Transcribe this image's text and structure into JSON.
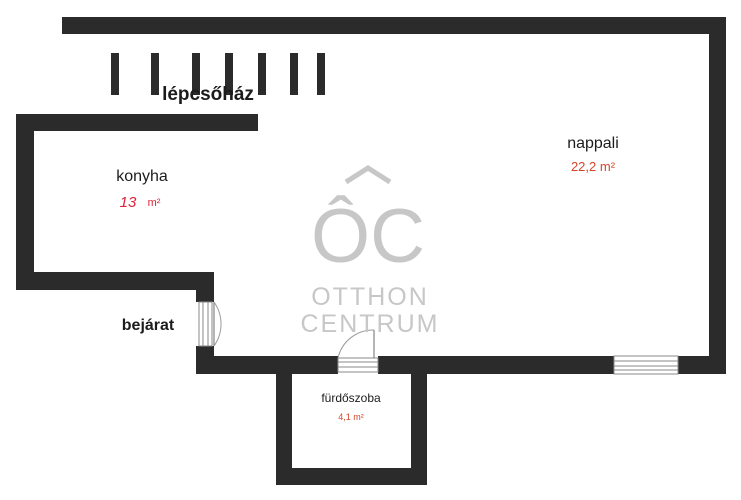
{
  "rooms": {
    "stairwell": {
      "name": "lépcsőház"
    },
    "kitchen": {
      "name": "konyha",
      "area_value": "13",
      "area_unit": "m²"
    },
    "living": {
      "name": "nappali",
      "area": "22,2 m²"
    },
    "entrance": {
      "name": "bejárat"
    },
    "bathroom": {
      "name": "fürdőszoba",
      "area": "4,1 m²"
    }
  },
  "watermark": {
    "logo_letters": "ÔC",
    "line1": "OTTHON",
    "line2": "CENTRUM"
  },
  "colors": {
    "wall": "#2b2b2b",
    "area_text": "#d4452b",
    "handwritten": "#e0223a",
    "watermark": "#c7c7c7"
  }
}
